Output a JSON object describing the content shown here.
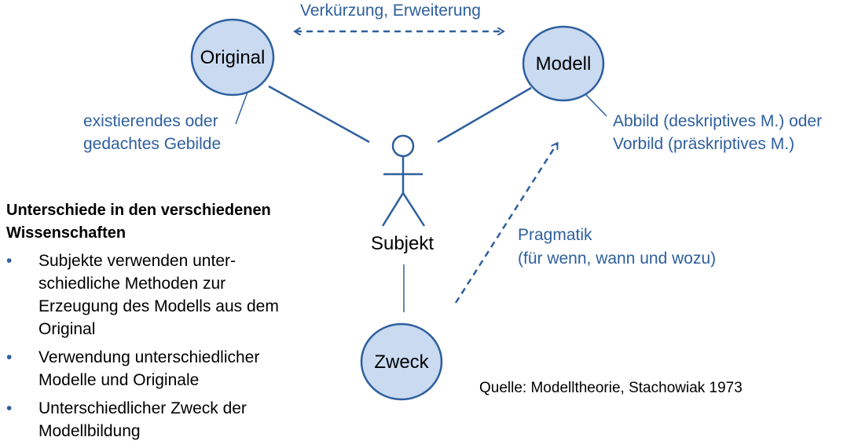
{
  "nodes": {
    "original": "Original",
    "modell": "Modell",
    "zweck": "Zweck",
    "subjekt": "Subjekt"
  },
  "annotations": {
    "top_arrow": "Verkürzung, Erweiterung",
    "original_note": [
      "existierendes oder",
      "gedachtes Gebilde"
    ],
    "modell_note": [
      "Abbild (deskriptives M.) oder",
      "Vorbild (präskriptives M.)"
    ],
    "pragmatik": [
      "Pragmatik",
      "(für wenn, wann und wozu)"
    ]
  },
  "heading": [
    "Unterschiede in den verschiedenen",
    "Wissenschaften"
  ],
  "bullets": [
    [
      "Subjekte verwenden unter-",
      "schiedliche Methoden zur",
      "Erzeugung des Modells aus dem",
      "Original"
    ],
    [
      "Verwendung unterschiedlicher",
      "Modelle und Originale"
    ],
    [
      "Unterschiedlicher Zweck der",
      "Modellbildung"
    ]
  ],
  "bullet_symbol": "•",
  "source": "Quelle: Modelltheorie, Stachowiak 1973",
  "colors": {
    "node_fill": "#c9daf1",
    "node_stroke": "#2e5f9e",
    "line": "#2e5f9e",
    "annotation_text": "#2e5f9e"
  }
}
